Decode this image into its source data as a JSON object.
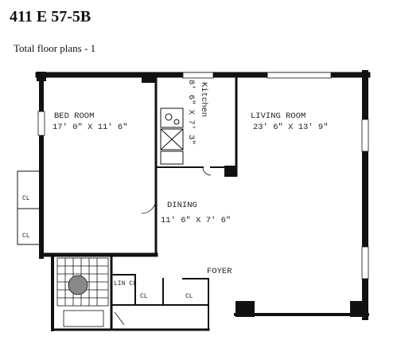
{
  "header": {
    "title": "411 E 57-5B",
    "subtitle": "Total floor plans - 1"
  },
  "rooms": {
    "bedroom": {
      "name": "BED ROOM",
      "dims": "17' 0\" X 11' 6\""
    },
    "kitchen": {
      "name": "Kitchen",
      "dims": "8' 6\" X 7' 3\""
    },
    "living": {
      "name": "LIVING ROOM",
      "dims": "23' 6\" X 13' 9\""
    },
    "dining": {
      "name": "DINING",
      "dims": "11' 6\" X 7' 6\""
    },
    "foyer": {
      "name": "FOYER"
    },
    "closets": {
      "cl": "CL",
      "lin_cl": "LIN CL"
    }
  },
  "colors": {
    "wall": "#111111",
    "window": "#ffffff",
    "ink": "#222222"
  }
}
